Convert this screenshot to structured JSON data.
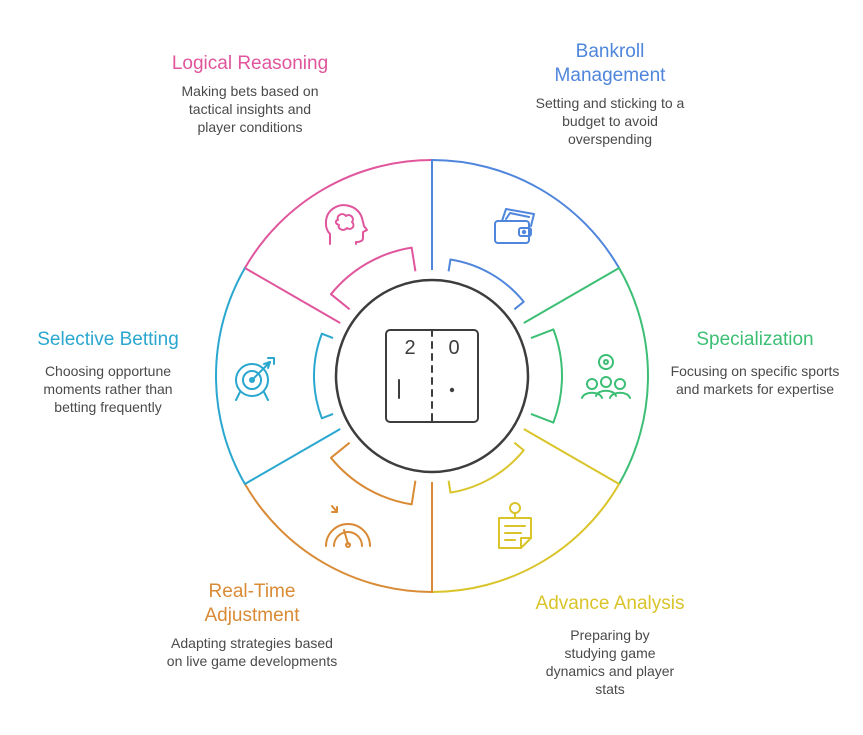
{
  "colors": {
    "logical": "#e0559c",
    "bankroll": "#4f86dc",
    "specialization": "#3cbf74",
    "analysis": "#d9c42a",
    "realtime": "#d98a35",
    "selective": "#2aa7cf",
    "center": "#3d3d3d"
  },
  "center": {
    "icon": "pong-scoreboard-icon",
    "score_left": "2",
    "score_right": "0"
  },
  "sections": {
    "logical": {
      "title": "Logical Reasoning",
      "description": "Making bets based on tactical insights and player conditions",
      "icon": "brain-head-icon"
    },
    "bankroll": {
      "title": "Bankroll Management",
      "description": "Setting and sticking to a budget to avoid overspending",
      "icon": "wallet-icon"
    },
    "specialization": {
      "title": "Specialization",
      "description": "Focusing on specific sports and markets for expertise",
      "icon": "team-ball-icon"
    },
    "analysis": {
      "title": "Advance Analysis",
      "description": "Preparing by studying game dynamics and player stats",
      "icon": "notes-icon"
    },
    "realtime": {
      "title": "Real-Time Adjustment",
      "description": "Adapting strategies based on live game developments",
      "icon": "gauge-icon"
    },
    "selective": {
      "title": "Selective Betting",
      "description": "Choosing opportune moments rather than betting frequently",
      "icon": "target-icon"
    }
  }
}
